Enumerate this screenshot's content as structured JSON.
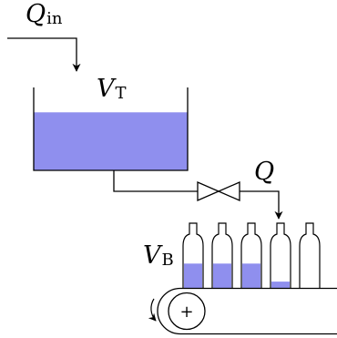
{
  "labels": {
    "inflow": {
      "symbol": "Q",
      "subscript": "in"
    },
    "tank": {
      "symbol": "V",
      "subscript": "T"
    },
    "outflow": {
      "symbol": "Q"
    },
    "bottle": {
      "symbol": "V",
      "subscript": "B"
    }
  },
  "tank": {
    "fill_level": 0.7
  },
  "bottles": [
    {
      "fill_level": 0.58
    },
    {
      "fill_level": 0.58
    },
    {
      "fill_level": 0.58
    },
    {
      "fill_level": 0.15
    },
    {
      "fill_level": 0.0
    }
  ],
  "pulley": {
    "symbol": "+"
  },
  "colors": {
    "liquid": "#8f8fee",
    "stroke": "#000000",
    "background": "#ffffff"
  }
}
